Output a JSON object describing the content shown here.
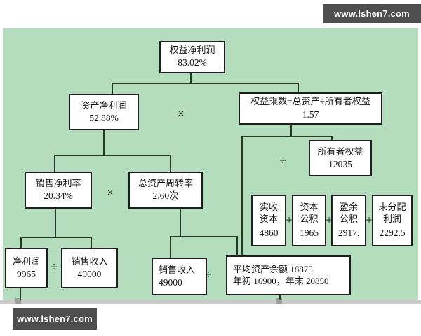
{
  "watermark": {
    "text": "www.lshen7.com"
  },
  "colors": {
    "canvas_green": "#b4ddbe",
    "watermark_bg": "#4e4e4e",
    "box_border": "#1e1e1e",
    "connector": "#223a26",
    "handle_gray": "#9e9e9e"
  },
  "operators": {
    "times": "×",
    "divide": "÷",
    "plus": "+"
  },
  "nodes": {
    "roe": {
      "label": "权益净利润",
      "value": "83.02%"
    },
    "roa": {
      "label": "资产净利润",
      "value": "52.88%"
    },
    "multiplier": {
      "label": "权益乘数=总资产÷所有者权益",
      "value": "1.57"
    },
    "equity": {
      "label": "所有者权益",
      "value": "12035"
    },
    "net_profit_margin": {
      "label": "销售净利率",
      "value": "20.34%"
    },
    "asset_turnover": {
      "label": "总资产周转率",
      "value": "2.60次"
    },
    "paid_in_capital": {
      "label": "实收资本",
      "value": "4860"
    },
    "capital_reserve": {
      "label": "资本公积",
      "value": "1965"
    },
    "surplus_reserve": {
      "label": "盈余公积",
      "value": "2917."
    },
    "retained_profit": {
      "label": "未分配利润",
      "value": "2292.5"
    },
    "net_profit": {
      "label": "净利润",
      "value": "9965"
    },
    "sales_revenue_1": {
      "label": "销售收入",
      "value": "49000"
    },
    "sales_revenue_2": {
      "label": "销售收入",
      "value": "49000"
    },
    "avg_assets": {
      "line1": "平均资产余额 18875",
      "line2": "年初 16900，年末 20850"
    }
  }
}
